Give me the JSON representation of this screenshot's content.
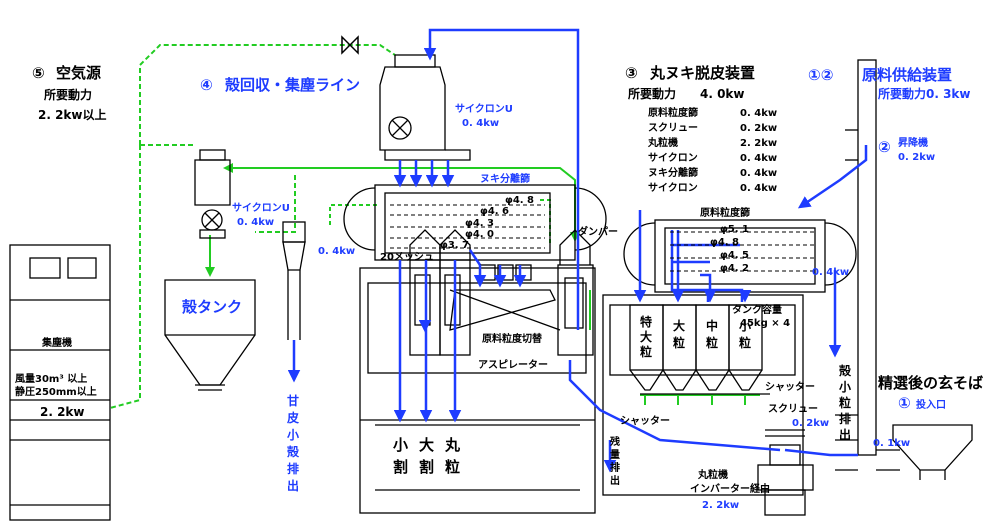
{
  "sections": {
    "air_source": {
      "num": "⑤",
      "title": "空気源",
      "power_label": "所要動力",
      "power_value": "2. 2kw以上"
    },
    "husk_line": {
      "num": "④",
      "title": "殻回収・集塵ライン"
    },
    "dehuller": {
      "num": "③",
      "title": "丸ヌキ脱皮装置",
      "power_label": "所要動力",
      "power_value": "4. 0kw",
      "breakdown": [
        {
          "name": "原料粒度篩",
          "kw": "0. 4kw"
        },
        {
          "name": "スクリュー",
          "kw": "0. 2kw"
        },
        {
          "name": "丸粒機",
          "kw": "2. 2kw"
        },
        {
          "name": "サイクロン",
          "kw": "0. 4kw"
        },
        {
          "name": "ヌキ分離篩",
          "kw": "0. 4kw"
        },
        {
          "name": "サイクロン",
          "kw": "0. 4kw"
        }
      ]
    },
    "feeder": {
      "num": "①②",
      "title": "原料供給装置",
      "power": "所要動力0. 3kw"
    }
  },
  "labels": {
    "cyclone_u_1": "サイクロンU",
    "cyclone_u_1_kw": "0. 4kw",
    "cyclone_u_2": "サイクロンU",
    "cyclone_u_2_kw": "0. 4kw",
    "cyclone_small_kw": "0. 4kw",
    "husk_tank": "殻タンク",
    "dust_collector": "集塵機",
    "dust_spec_1": "風量30m³ 以上",
    "dust_spec_2": "静圧250mm以上",
    "dust_kw": "2. 2kw",
    "sweet_skin": [
      "甘",
      "皮",
      "小",
      "殻",
      "排",
      "出"
    ],
    "nuki_sieve": "ヌキ分離篩",
    "mesh_20": "20メッシュ",
    "sieve_sizes": [
      "φ4. 8",
      "φ4. 6",
      "φ4. 3",
      "φ4. 0",
      "φ3. 7"
    ],
    "damper": "ダンパー",
    "grain_switch": "原料粒度切替",
    "aspirator": "アスピレーター",
    "outlets": [
      [
        "小",
        "割"
      ],
      [
        "大",
        "割"
      ],
      [
        "丸",
        "粒"
      ]
    ],
    "raw_sieve": "原料粒度篩",
    "raw_sieve_sizes": [
      "φ5. 1",
      "φ4. 8",
      "φ4. 5",
      "φ4. 2"
    ],
    "raw_sieve_kw": "0. 4kw",
    "tank_capacity": "タンク容量",
    "tank_capacity_val": "45kg × 4",
    "tanks": [
      [
        "特",
        "大",
        "粒"
      ],
      [
        "大",
        "粒"
      ],
      [
        "中",
        "粒"
      ],
      [
        "小",
        "粒"
      ]
    ],
    "shutter": "シャッター",
    "shutter_2": "シャッター",
    "screw": "スクリュー",
    "screw_kw": "0. 2kw",
    "small_grain_out": [
      "殻",
      "小",
      "粒",
      "排",
      "出"
    ],
    "residue_out": [
      "残",
      "量",
      "排",
      "出"
    ],
    "marugrain": "丸粒機",
    "inverter": "インバーター経由",
    "marugrain_kw": "2. 2kw",
    "elevator_num": "②",
    "elevator": "昇降機",
    "elevator_kw": "0. 2kw",
    "after_sort": "精選後の玄そば",
    "inlet_num": "①",
    "inlet": "投入口",
    "inlet_kw": "0. 1kw"
  },
  "colors": {
    "blue": "#1e3cff",
    "green": "#22cc22",
    "black": "#000000"
  }
}
